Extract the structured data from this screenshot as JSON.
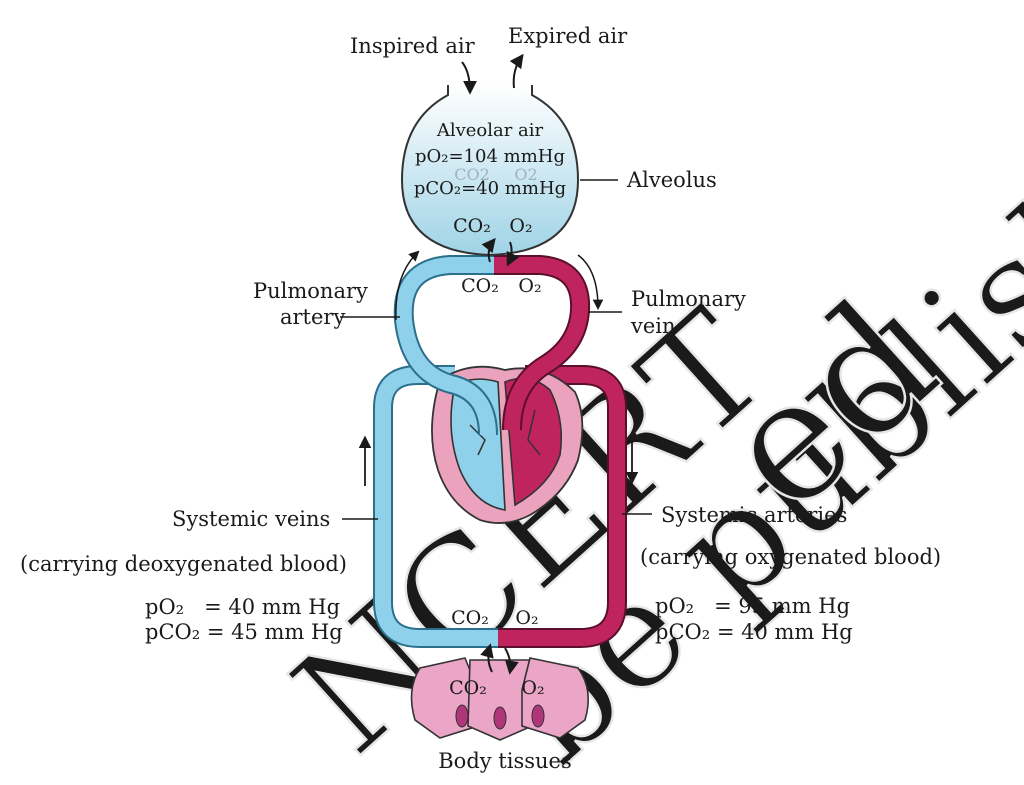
{
  "labels": {
    "inspired_air": "Inspired air",
    "expired_air": "Expired air",
    "alveolar_air": "Alveolar air",
    "alveolar_po2": "pO₂=104 mmHg",
    "alveolar_pco2": "pCO₂=40 mmHg",
    "alveolar_faint_co2": "CO2",
    "alveolar_faint_o2": "O2",
    "alveolus": "Alveolus",
    "alv_co2": "CO₂",
    "alv_o2": "O₂",
    "cap_co2": "CO₂",
    "cap_o2": "O₂",
    "pulmonary_artery_1": "Pulmonary",
    "pulmonary_artery_2": "artery",
    "pulmonary_vein_1": "Pulmonary",
    "pulmonary_vein_2": "vein",
    "systemic_veins": "Systemic veins",
    "systemic_veins_note": "(carrying deoxygenated blood)",
    "veins_po2": "pO₂   = 40 mm Hg",
    "veins_pco2": "pCO₂ = 45 mm Hg",
    "systemic_arteries": "Systemic arteries",
    "systemic_arteries_note": "(carrying oxygenated blood)",
    "arteries_po2": "pO₂   = 95 mm Hg",
    "arteries_pco2": "pCO₂ = 40 mm Hg",
    "tissue_co2_top": "CO₂",
    "tissue_o2_top": "O₂",
    "tissue_co2": "CO₂",
    "tissue_o2": "O₂",
    "body_tissues": "Body tissues"
  },
  "watermark": {
    "word1": "NCERT",
    "word2": "be published",
    "word3": "ed"
  },
  "colors": {
    "deoxygenated": "#8fd0ea",
    "oxygenated": "#c0245e",
    "alveolus_fill": "#c6e6f1",
    "heart_outer": "#eba2bd",
    "tissue": "#eba5c6",
    "nucleus": "#b0357a"
  }
}
